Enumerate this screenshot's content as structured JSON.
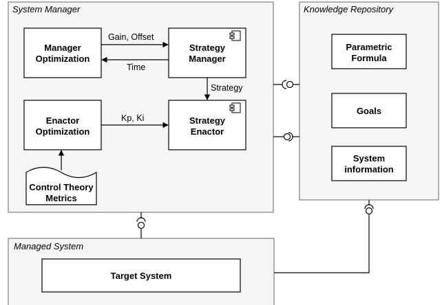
{
  "packages": {
    "system_manager": "System Manager",
    "knowledge_repository": "Knowledge Repository",
    "managed_system": "Managed System"
  },
  "components": {
    "manager_optimization": [
      "Manager",
      "Optimization"
    ],
    "strategy_manager": [
      "Strategy",
      "Manager"
    ],
    "enactor_optimization": [
      "Enactor",
      "Optimization"
    ],
    "strategy_enactor": [
      "Strategy",
      "Enactor"
    ],
    "control_theory_metrics": [
      "Control Theory",
      "Metrics"
    ],
    "parametric_formula": [
      "Parametric",
      "Formula"
    ],
    "goals": [
      "Goals"
    ],
    "system_information": [
      "System",
      "information"
    ],
    "target_system": [
      "Target System"
    ]
  },
  "edges": {
    "gain_offset": "Gain, Offset",
    "time": "Time",
    "strategy": "Strategy",
    "kp_ki": "Kp, Ki"
  }
}
